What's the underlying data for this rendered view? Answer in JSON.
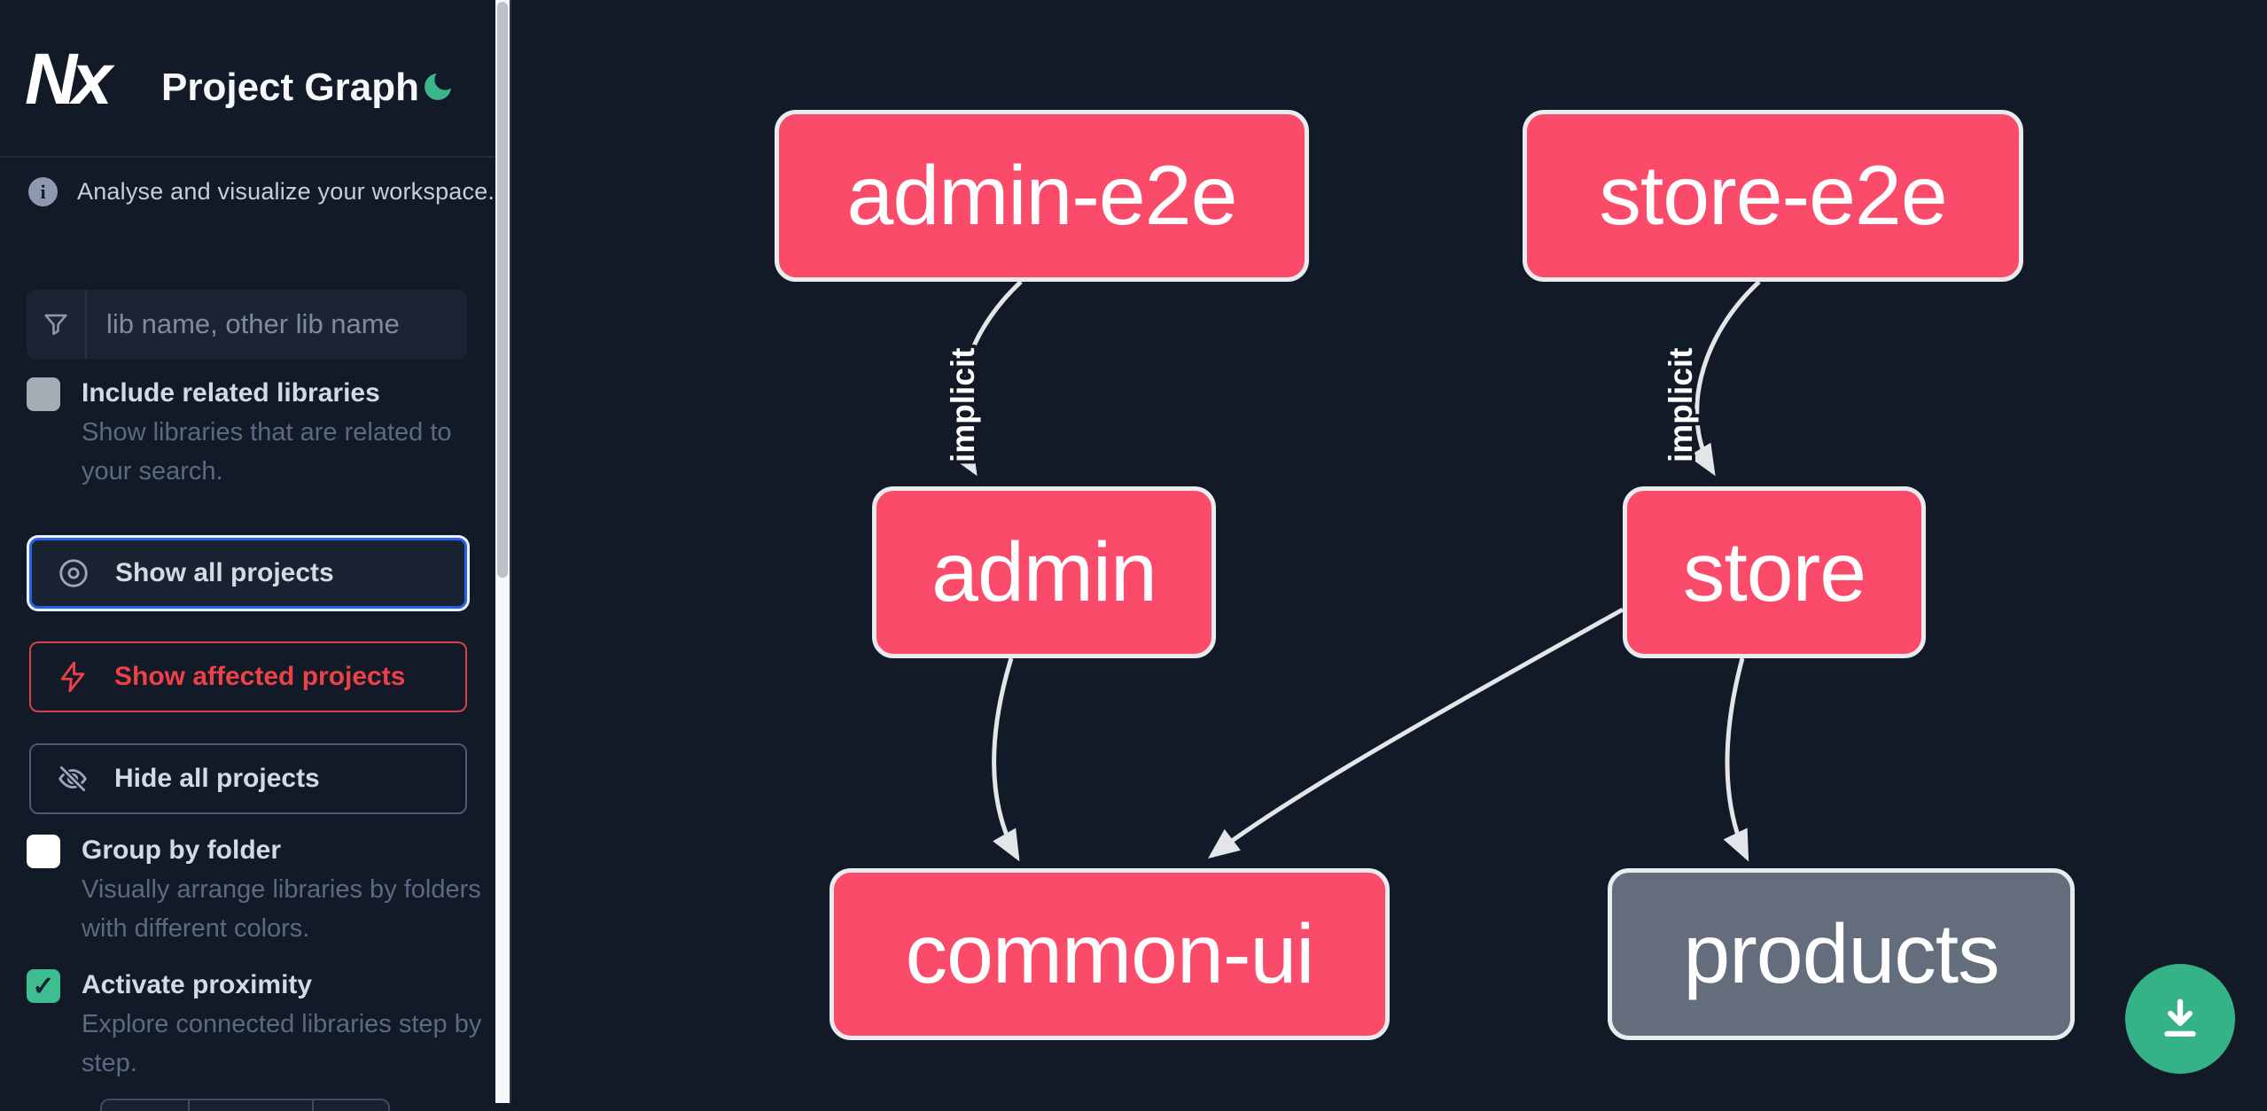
{
  "header": {
    "logo_text": "Nx",
    "title": "Project Graph",
    "theme_icon": "moon"
  },
  "sidebar": {
    "tagline": "Analyse and visualize your workspace.",
    "search": {
      "placeholder": "lib name, other lib name"
    },
    "checkboxes": [
      {
        "label": "Include related libraries",
        "description": "Show libraries that are related to your search.",
        "checked": false,
        "check_glyph": ""
      },
      {
        "label": "Group by folder",
        "description": "Visually arrange libraries by folders with different colors.",
        "checked": false,
        "check_glyph": ""
      },
      {
        "label": "Activate proximity",
        "description": "Explore connected libraries step by step.",
        "checked": true,
        "check_glyph": "✓"
      }
    ],
    "buttons": [
      {
        "label": "Show all projects",
        "icon": "eye-icon"
      },
      {
        "label": "Show affected projects",
        "icon": "lightning-icon"
      },
      {
        "label": "Hide all projects",
        "icon": "eye-off-icon"
      }
    ]
  },
  "graph": {
    "nodes": [
      {
        "id": "admin-e2e",
        "label": "admin-e2e",
        "type": "app-e2e",
        "color": "pink"
      },
      {
        "id": "store-e2e",
        "label": "store-e2e",
        "type": "app-e2e",
        "color": "pink"
      },
      {
        "id": "admin",
        "label": "admin",
        "type": "app",
        "color": "pink"
      },
      {
        "id": "store",
        "label": "store",
        "type": "app",
        "color": "pink"
      },
      {
        "id": "common-ui",
        "label": "common-ui",
        "type": "lib",
        "color": "pink"
      },
      {
        "id": "products",
        "label": "products",
        "type": "lib",
        "color": "gray"
      }
    ],
    "edges": [
      {
        "from": "admin-e2e",
        "to": "admin",
        "label": "implicit"
      },
      {
        "from": "store-e2e",
        "to": "store",
        "label": "implicit"
      },
      {
        "from": "admin",
        "to": "common-ui",
        "label": ""
      },
      {
        "from": "store",
        "to": "common-ui",
        "label": ""
      },
      {
        "from": "store",
        "to": "products",
        "label": ""
      }
    ]
  },
  "fab": {
    "icon": "download"
  },
  "colors": {
    "background": "#121a28",
    "sidebar_background": "#121927",
    "node_pink": "#fb4b6a",
    "node_gray": "#646d7b",
    "node_border": "#e9ebee",
    "edge": "#e3e5e9",
    "accent_green": "#35b286",
    "accent_blue": "#2563eb",
    "accent_red": "#ee4147"
  }
}
